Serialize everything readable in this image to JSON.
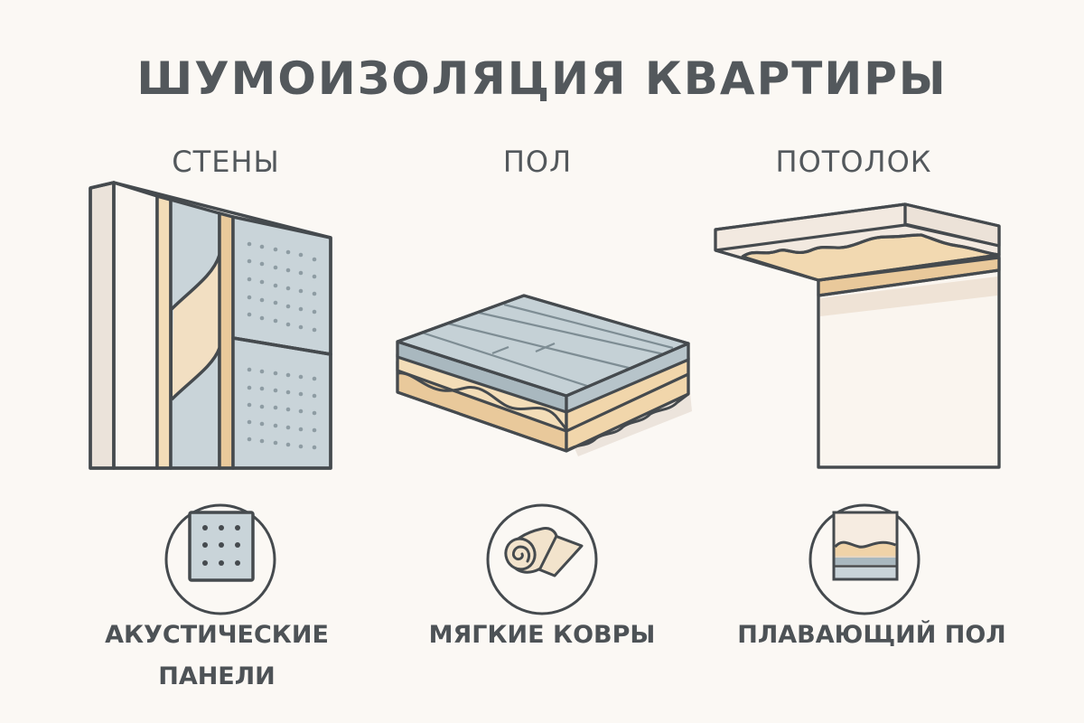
{
  "title": "ШУМОИЗОЛЯЦИЯ КВАРТИРЫ",
  "sections": [
    {
      "heading": "СТЕНЫ",
      "illustration": "wall-layers-illustration",
      "icon": "acoustic-panel-icon",
      "label_line1": "АКУСТИЧЕСКИЕ",
      "label_line2": "ПАНЕЛИ"
    },
    {
      "heading": "ПОЛ",
      "illustration": "floor-layers-illustration",
      "icon": "carpet-roll-icon",
      "label_line1": "МЯГКИЕ КОВРЫ",
      "label_line2": ""
    },
    {
      "heading": "ПОТОЛОК",
      "illustration": "ceiling-layers-illustration",
      "icon": "floating-floor-icon",
      "label_line1": "ПЛАВАЮЩИЙ ПОЛ",
      "label_line2": ""
    }
  ],
  "colors": {
    "background": "#fbf8f4",
    "outline": "#454a4e",
    "panel_blue": "#c9d4d9",
    "insulation_beige": "#f2dfc2",
    "wood_tan": "#e9c99b",
    "drywall": "#faf6f1",
    "side_shade": "#ebe3da"
  }
}
